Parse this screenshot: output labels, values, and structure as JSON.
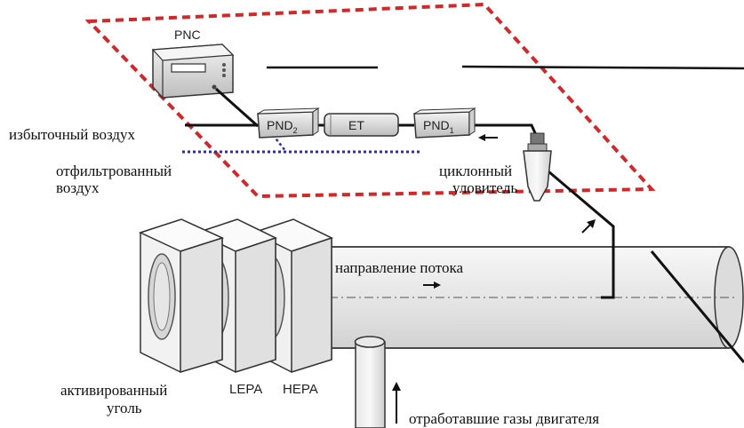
{
  "devices": {
    "pnc": "PNC",
    "pnd2_main": "PND",
    "pnd2_sub": "2",
    "et": "ET",
    "pnd1_main": "PND",
    "pnd1_sub": "1"
  },
  "filters": {
    "lepa": "LEPA",
    "hepa": "HEPA"
  },
  "labels": {
    "excess_air": "избыточный воздух",
    "filtered_air_1": "отфильтрованный",
    "filtered_air_2": "воздух",
    "cyclone_1": "циклонный",
    "cyclone_2": "уловитель",
    "flow_direction": "направление потока",
    "activated_carbon_1": "активированный",
    "activated_carbon_2": "уголь",
    "exhaust": "отработавшие газы двигателя"
  },
  "colors": {
    "dashed_border": "#d0282b",
    "filtered_line": "#2b2bb8",
    "pipe_fill": "#eeeeee",
    "line": "#111111"
  }
}
